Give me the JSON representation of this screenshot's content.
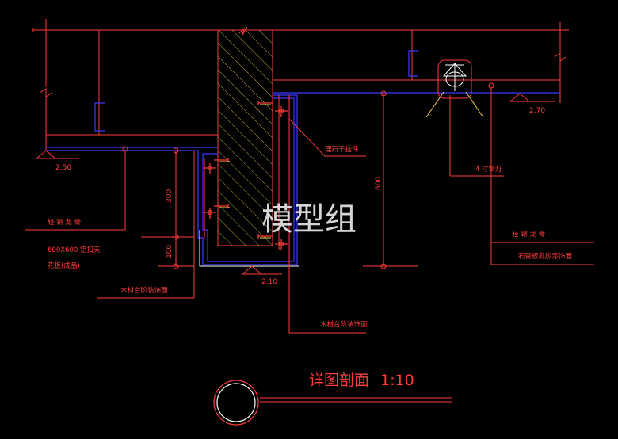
{
  "drawing": {
    "watermark": "模型组",
    "title": "详图剖面",
    "scale": "1:10",
    "colors": {
      "background": "#000000",
      "red": "#ff3b3b",
      "yellow": "#f0d24a",
      "blue": "#3a3aff",
      "white": "#ffffff",
      "gray": "#bfbfbf"
    }
  },
  "annotations": {
    "left_keel": "轻 钢 龙 骨",
    "ceiling_board_1": "600X600 铝扣天",
    "ceiling_board_2": "花板(成品)",
    "left_finish": "木材台阶装饰面",
    "marble_hanger": "理石干挂件",
    "lamp": "4 寸筒灯",
    "right_keel": "轻 钢 龙 骨",
    "gypsum": "石膏板乳胶漆饰面",
    "bottom_finish": "木材台阶装饰面"
  },
  "dimensions": {
    "left_level": "2.50",
    "right_level": "2.70",
    "bottom_level": "2.10",
    "dim_300": "300",
    "dim_100": "100",
    "dim_600": "600"
  }
}
